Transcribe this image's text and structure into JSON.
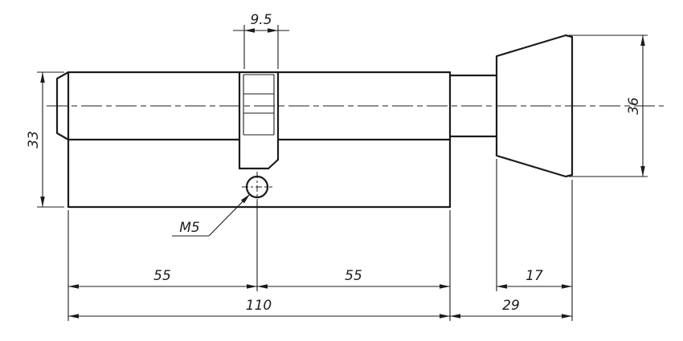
{
  "colors": {
    "background": "#ffffff",
    "line": "#1c1c1c"
  },
  "dims": {
    "slot_width": "9.5",
    "profile_height": "33",
    "knob_height": "36",
    "thread_callout": "M5",
    "left_length": "55",
    "right_length": "55",
    "total_length": "110",
    "knob_width": "17",
    "knob_extension": "29"
  }
}
